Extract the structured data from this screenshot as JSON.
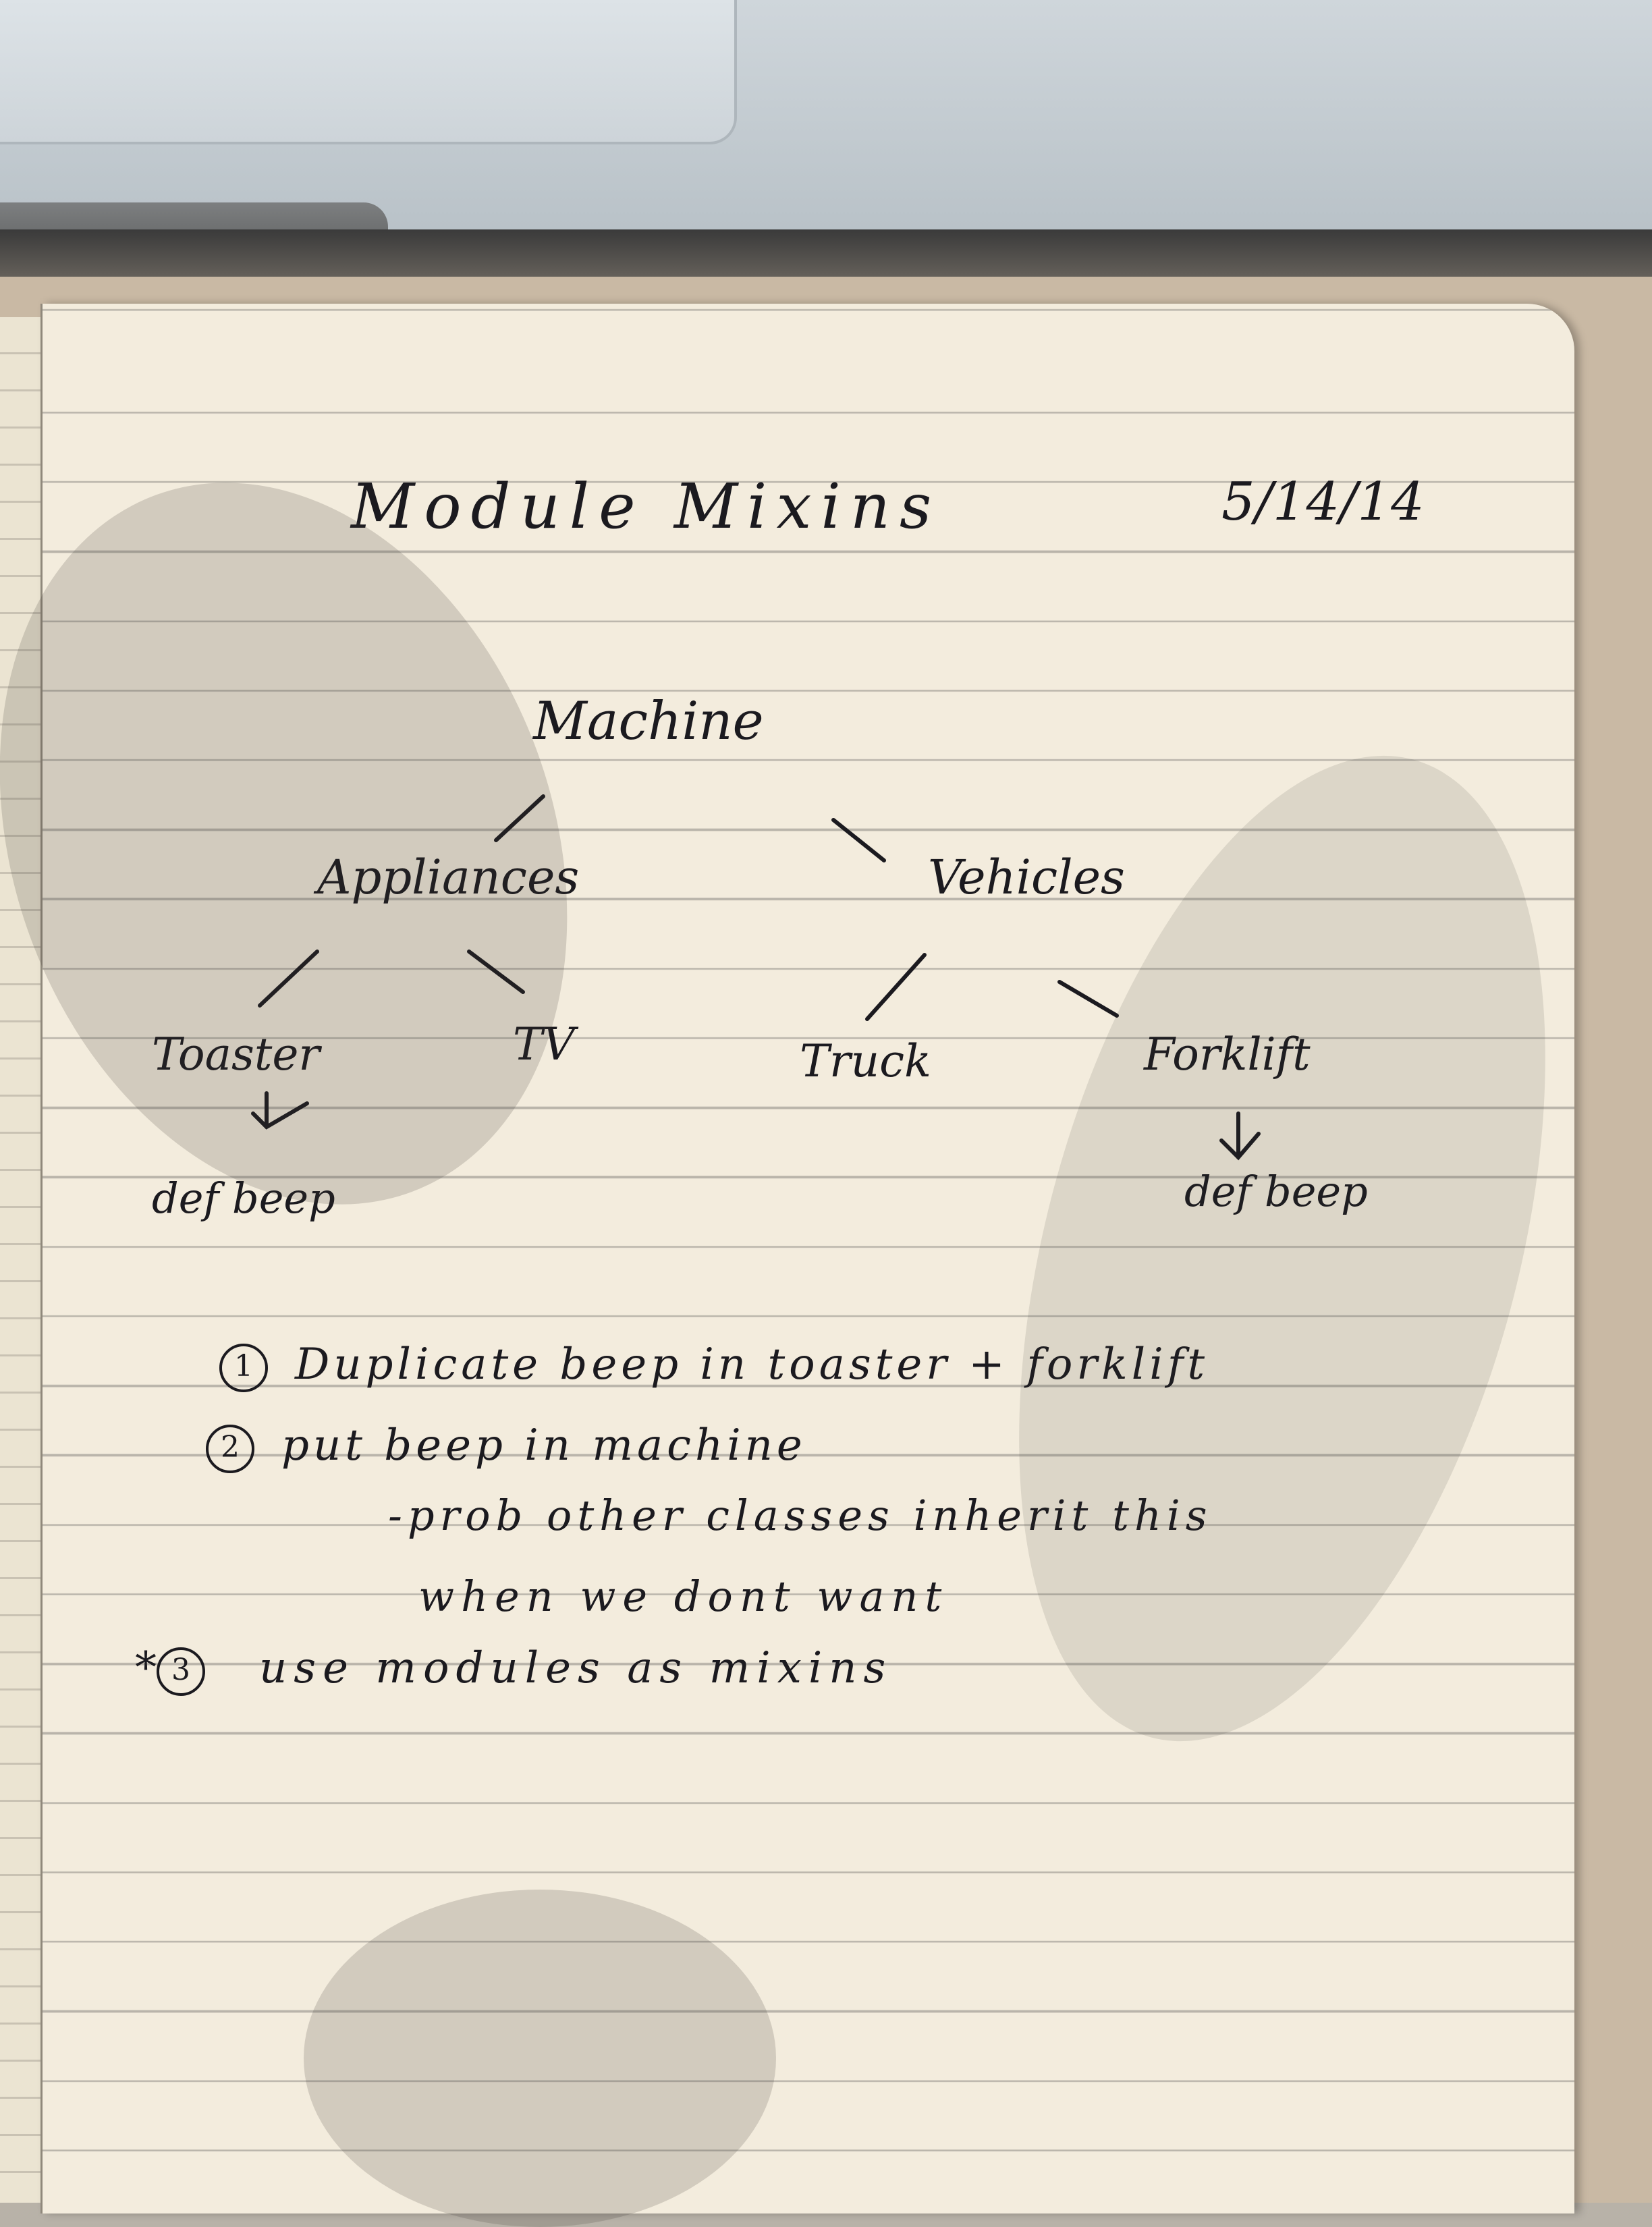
{
  "page": {
    "title": "Module Mixins",
    "date": "5/14/14"
  },
  "tree": {
    "root": "Machine",
    "level1": [
      "Appliances",
      "Vehicles"
    ],
    "level2": [
      "Toaster",
      "TV",
      "Truck",
      "Forklift"
    ],
    "toaster_method": "def beep",
    "forklift_method": "def beep"
  },
  "notes": [
    {
      "marker": "1",
      "text": "Duplicate beep in toaster + forklift"
    },
    {
      "marker": "2",
      "text": "put beep in machine"
    },
    {
      "marker": "",
      "text": "-prob other classes inherit this"
    },
    {
      "marker": "",
      "text": "when we dont want"
    },
    {
      "marker": "3",
      "star": "*",
      "text": "use modules as mixins"
    }
  ]
}
